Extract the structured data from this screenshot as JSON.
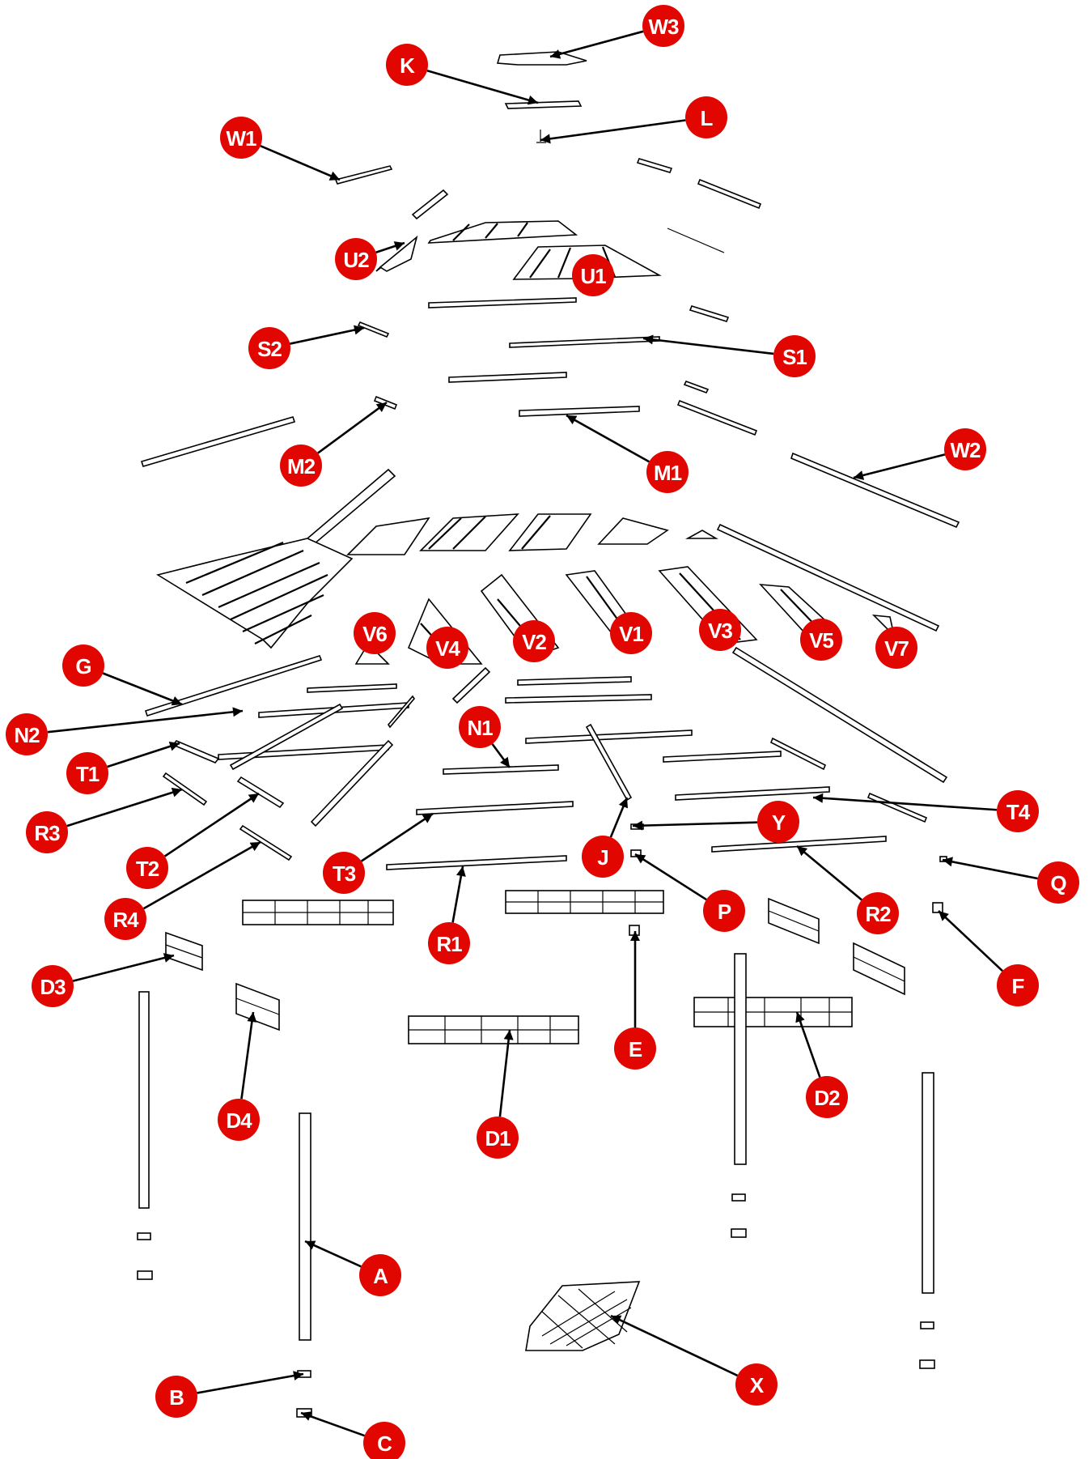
{
  "labels": [
    {
      "id": "W3",
      "text": "W3"
    },
    {
      "id": "K",
      "text": "K"
    },
    {
      "id": "L",
      "text": "L"
    },
    {
      "id": "W1",
      "text": "W1"
    },
    {
      "id": "U2",
      "text": "U2"
    },
    {
      "id": "U1",
      "text": "U1"
    },
    {
      "id": "S2",
      "text": "S2"
    },
    {
      "id": "S1",
      "text": "S1"
    },
    {
      "id": "M2",
      "text": "M2"
    },
    {
      "id": "M1",
      "text": "M1"
    },
    {
      "id": "W2",
      "text": "W2"
    },
    {
      "id": "V6",
      "text": "V6"
    },
    {
      "id": "V4",
      "text": "V4"
    },
    {
      "id": "V2",
      "text": "V2"
    },
    {
      "id": "V1",
      "text": "V1"
    },
    {
      "id": "V3",
      "text": "V3"
    },
    {
      "id": "V5",
      "text": "V5"
    },
    {
      "id": "V7",
      "text": "V7"
    },
    {
      "id": "G",
      "text": "G"
    },
    {
      "id": "N2",
      "text": "N2"
    },
    {
      "id": "N1",
      "text": "N1"
    },
    {
      "id": "T1",
      "text": "T1"
    },
    {
      "id": "T4",
      "text": "T4"
    },
    {
      "id": "Y",
      "text": "Y"
    },
    {
      "id": "R3",
      "text": "R3"
    },
    {
      "id": "T2",
      "text": "T2"
    },
    {
      "id": "T3",
      "text": "T3"
    },
    {
      "id": "J",
      "text": "J"
    },
    {
      "id": "Q",
      "text": "Q"
    },
    {
      "id": "P",
      "text": "P"
    },
    {
      "id": "R2",
      "text": "R2"
    },
    {
      "id": "R4",
      "text": "R4"
    },
    {
      "id": "R1",
      "text": "R1"
    },
    {
      "id": "F",
      "text": "F"
    },
    {
      "id": "D3",
      "text": "D3"
    },
    {
      "id": "E",
      "text": "E"
    },
    {
      "id": "D4",
      "text": "D4"
    },
    {
      "id": "D1",
      "text": "D1"
    },
    {
      "id": "D2",
      "text": "D2"
    },
    {
      "id": "A",
      "text": "A"
    },
    {
      "id": "X",
      "text": "X"
    },
    {
      "id": "B",
      "text": "B"
    },
    {
      "id": "C",
      "text": "C"
    }
  ],
  "colors": {
    "label_fill": "#e10600",
    "label_text": "#ffffff",
    "line": "#000000",
    "background": "#ffffff"
  }
}
